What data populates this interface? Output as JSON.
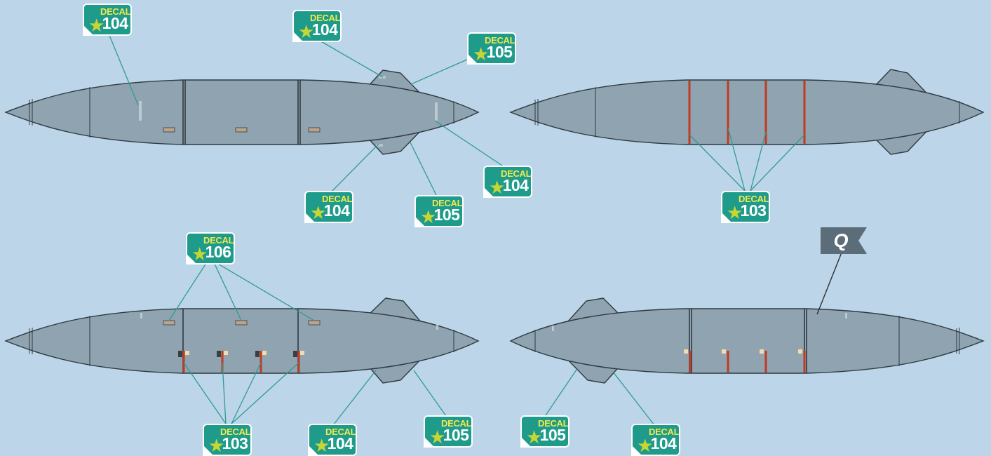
{
  "decal_word": "DECAL",
  "flag_letter": "Q",
  "colors": {
    "background": "#bdd5e8",
    "tank": "#8fa3b0",
    "decal_fill": "#1e9b8b",
    "decal_word": "#f2e94c",
    "leader": "#2f9b93",
    "band": "#c23a22",
    "flag": "#5c6d7a"
  },
  "views": [
    {
      "name": "view-top-left",
      "callouts": [
        {
          "number": "104"
        },
        {
          "number": "104"
        },
        {
          "number": "105"
        },
        {
          "number": "104"
        },
        {
          "number": "104"
        },
        {
          "number": "105"
        }
      ]
    },
    {
      "name": "view-top-right",
      "callouts": [
        {
          "number": "103"
        }
      ]
    },
    {
      "name": "view-bottom-left",
      "callouts": [
        {
          "number": "106"
        },
        {
          "number": "103"
        },
        {
          "number": "104"
        },
        {
          "number": "105"
        }
      ]
    },
    {
      "name": "view-bottom-right",
      "callouts": [
        {
          "number": "105"
        },
        {
          "number": "104"
        }
      ]
    }
  ],
  "icons": {
    "star": "star-icon",
    "flag": "flag-icon"
  }
}
